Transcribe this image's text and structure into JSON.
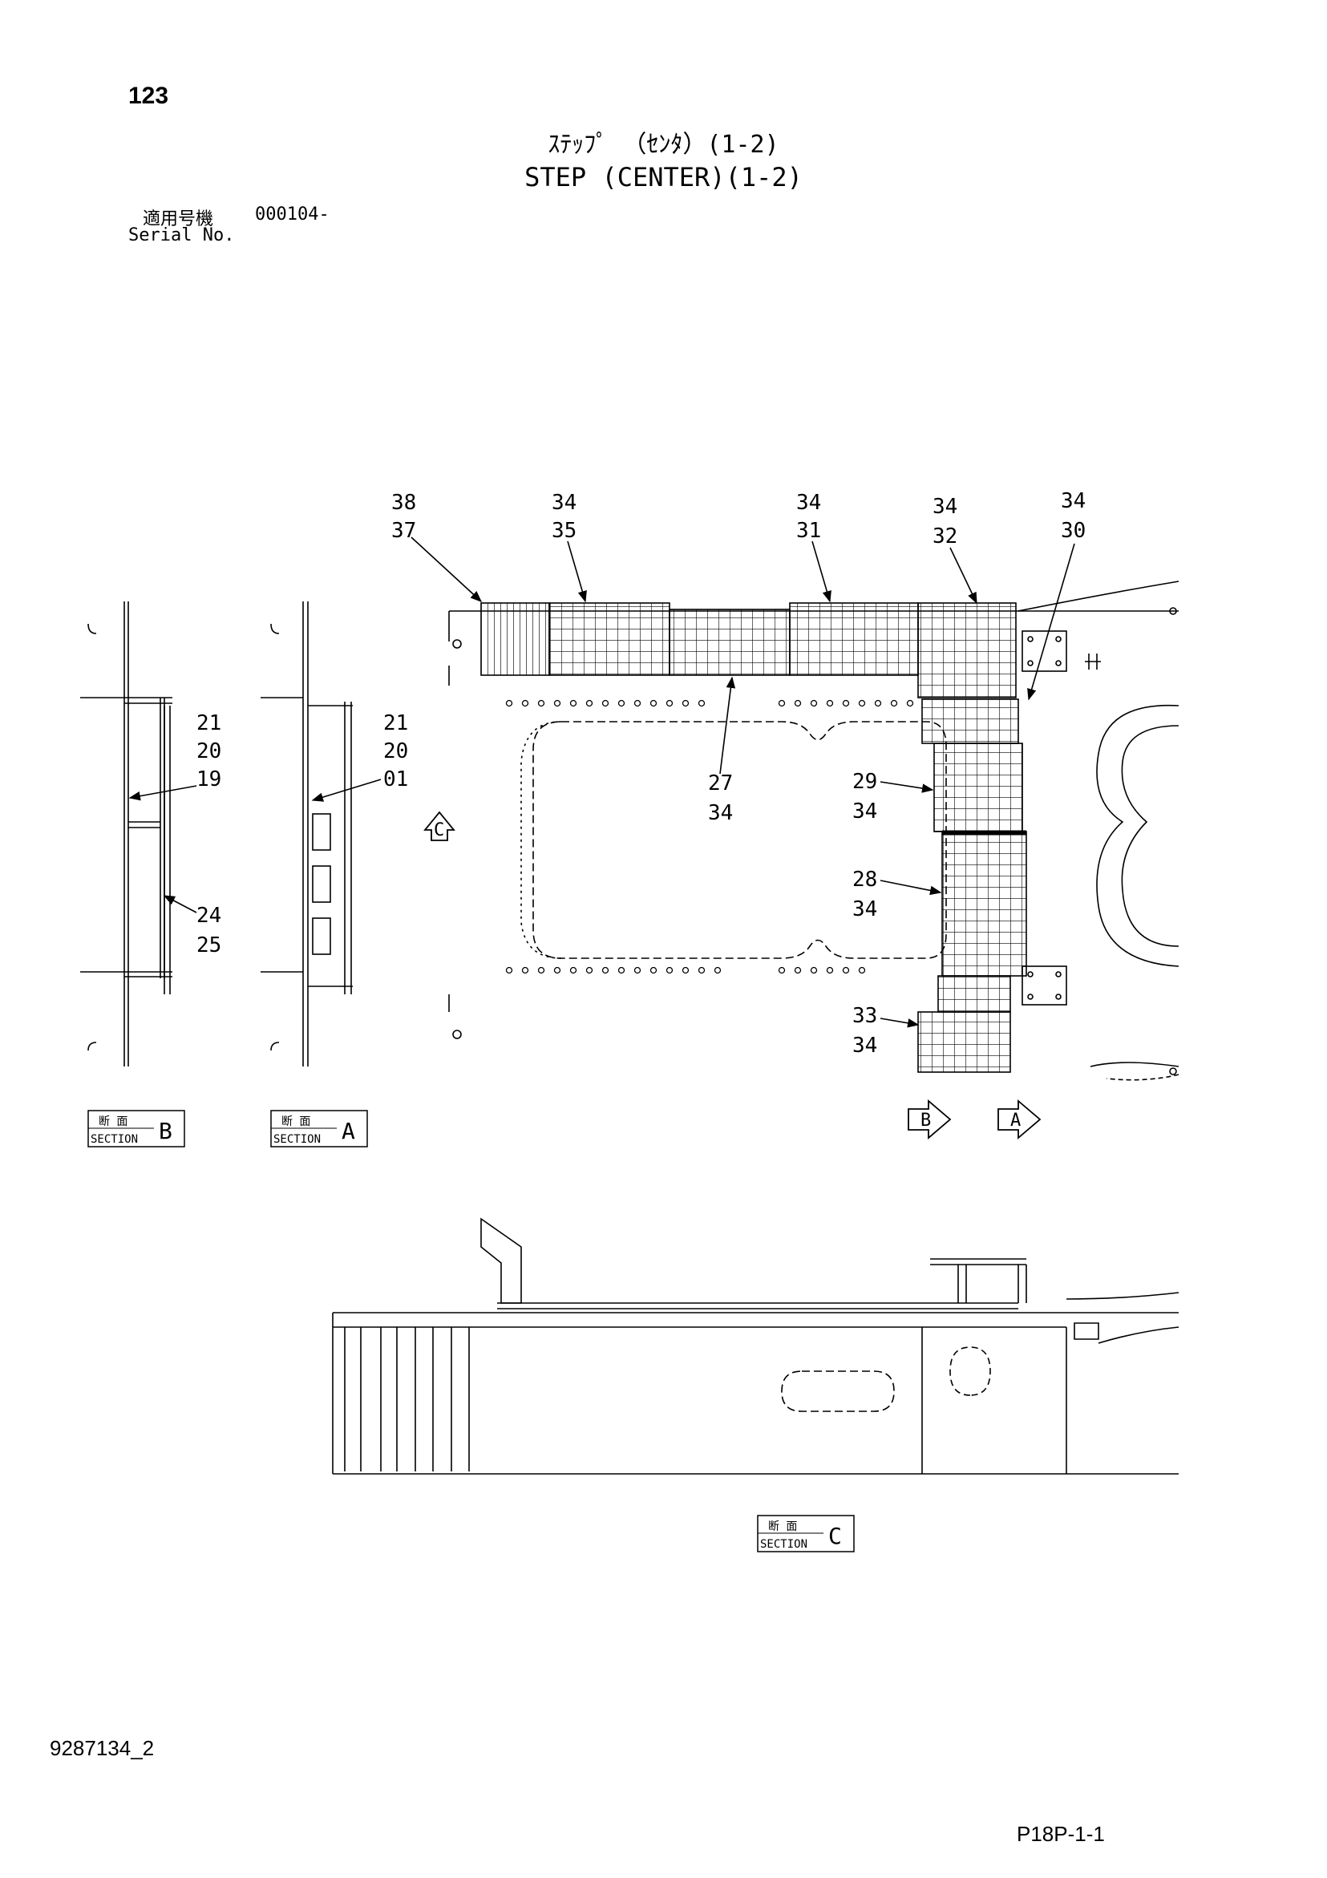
{
  "header": {
    "page_number": "123",
    "title_jp": "ｽﾃｯﾌﾟ （ｾﾝﾀ）(1-2)",
    "title_en": "STEP (CENTER)(1-2)",
    "serial_label_jp": "適用号機",
    "serial_label_en": "Serial No.",
    "serial_value": "000104-"
  },
  "callouts": [
    {
      "id": "c-38-37",
      "top": "38",
      "bottom": "37"
    },
    {
      "id": "c-34-35",
      "top": "34",
      "bottom": "35"
    },
    {
      "id": "c-34-31",
      "top": "34",
      "bottom": "31"
    },
    {
      "id": "c-34-32",
      "top": "34",
      "bottom": "32"
    },
    {
      "id": "c-34-30",
      "top": "34",
      "bottom": "30"
    },
    {
      "id": "c-27-34",
      "top": "27",
      "bottom": "34"
    },
    {
      "id": "c-29-34",
      "top": "29",
      "bottom": "34"
    },
    {
      "id": "c-28-34",
      "top": "28",
      "bottom": "34"
    },
    {
      "id": "c-33-34",
      "top": "33",
      "bottom": "34"
    },
    {
      "id": "c-21-20-19",
      "lines": [
        "21",
        "20",
        "19"
      ]
    },
    {
      "id": "c-21-20-01",
      "lines": [
        "21",
        "20",
        "01"
      ]
    },
    {
      "id": "c-24-25",
      "top": "24",
      "bottom": "25"
    }
  ],
  "sections": {
    "label_jp": "断 面",
    "label_en": "SECTION",
    "b": "B",
    "a": "A",
    "c": "C"
  },
  "view_markers": {
    "c": "C",
    "b": "B",
    "a": "A"
  },
  "footer": {
    "doc_number": "9287134_2",
    "page_code": "P18P-1-1"
  }
}
